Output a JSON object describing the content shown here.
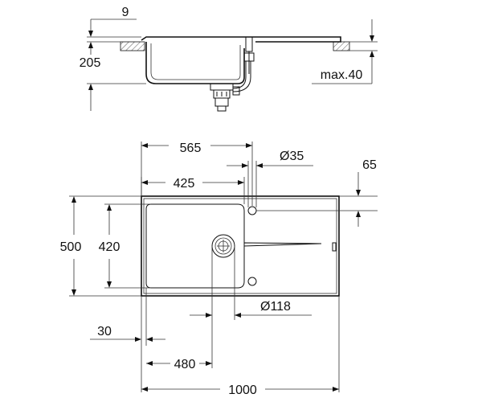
{
  "labels": {
    "thickness": "9",
    "depth": "205",
    "max_countertop": "max.40",
    "tap_hole_offset": "565",
    "tap_hole_diameter": "Ø35",
    "tap_hole_edge": "65",
    "bowl_width": "425",
    "overall_depth": "500",
    "bowl_depth": "420",
    "edge_offset": "30",
    "waste_offset": "480",
    "waste_diameter": "Ø118",
    "overall_width": "1000"
  }
}
